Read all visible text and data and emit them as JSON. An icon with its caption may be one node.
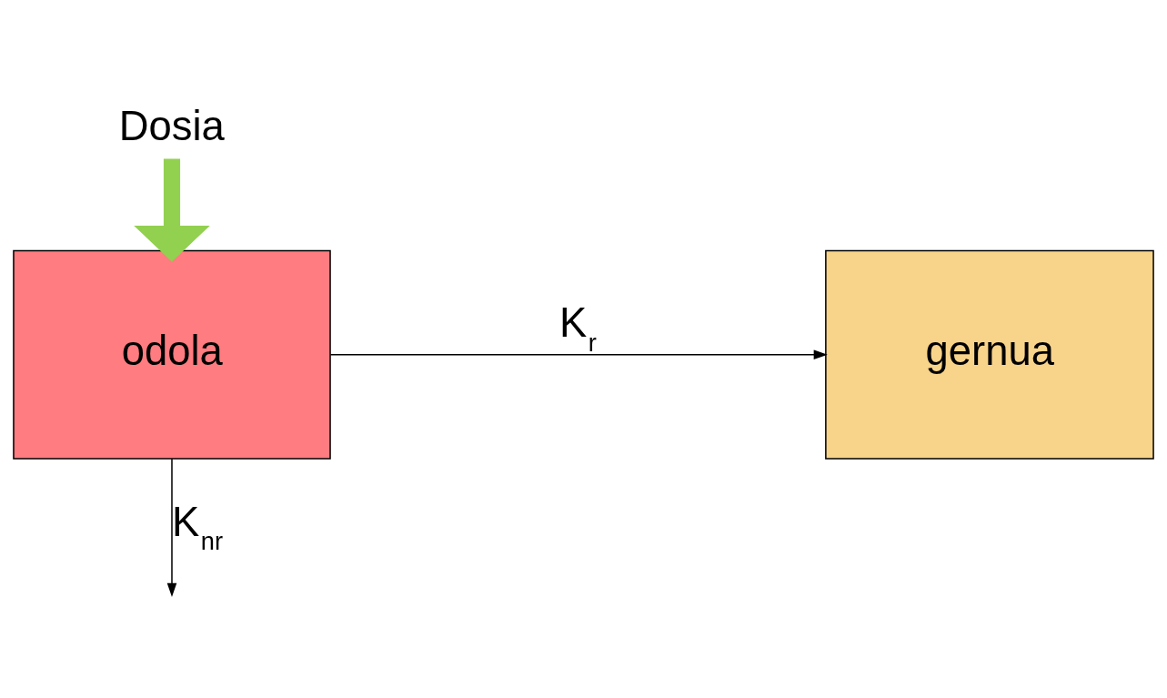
{
  "diagram": {
    "nodes": [
      {
        "text": [
          "Dosia"
        ]
      },
      {
        "text": [
          "odola"
        ]
      },
      {
        "text": [
          "gernua"
        ]
      }
    ],
    "edges": [
      {
        "from": 0,
        "to": 1,
        "arrow": "to",
        "style": "thick",
        "color": "#92d050"
      },
      {
        "from": 1,
        "to": 2,
        "arrow": "to",
        "label": "K$_{r}$"
      },
      {
        "from": 1,
        "to": null,
        "arrow": "to",
        "label": "K$_{nr}$"
      }
    ]
  }
}
